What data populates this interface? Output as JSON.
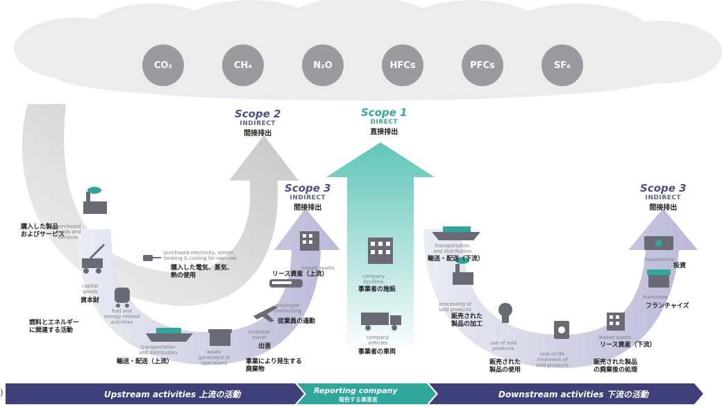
{
  "gases": [
    "CO₂",
    "CH₄",
    "N₂O",
    "HFCs",
    "PFCs",
    "SF₆"
  ],
  "scope2": {
    "title": "Scope 2",
    "sub": "INDIRECT",
    "jp": "間接排出"
  },
  "scope1": {
    "title": "Scope 1",
    "sub": "DIRECT",
    "jp": "直接排出"
  },
  "scope3_up": {
    "title": "Scope 3",
    "sub": "INDIRECT",
    "jp": "間接排出"
  },
  "scope3_down": {
    "title": "Scope 3",
    "sub": "INDIRECT",
    "jp": "間接排出"
  },
  "upstream": {
    "purchased_goods": {
      "jp": "購入した製品\nおよびサービス",
      "en": "purchased\ngoods and\nservices"
    },
    "capital_goods": {
      "en": "capital\ngoods",
      "jp": "資本財"
    },
    "fuel_energy": {
      "en": "fuel and\nenergy related\nactivities",
      "jp": "燃料とエネルギー\nに関連する活動"
    },
    "transport": {
      "en": "transportation\nand distribution",
      "jp": "輸送・配送（上流）"
    },
    "waste": {
      "en": "waste\ngenerated in\noperations",
      "jp": "事業により発生する\n廃棄物"
    },
    "business_travel": {
      "en": "business\ntravel",
      "jp": "出張"
    },
    "commuting": {
      "en": "employee\ncommuting",
      "jp": "従業員の通勤"
    },
    "leased_assets": {
      "en": "leased assets",
      "jp": "リース資産（上流）"
    },
    "purchased_electricity": {
      "en": "purchased electricity, steam,\nheating & cooling for own use",
      "jp": "購入した電気、蒸気、\n熱の使用"
    }
  },
  "reporting": {
    "facilities": {
      "en": "company\nfacilities",
      "jp": "事業者の施設"
    },
    "vehicles": {
      "en": "company\nvehicles",
      "jp": "事業者の車両"
    }
  },
  "downstream": {
    "transport": {
      "en": "transportation\nand distribution",
      "jp": "輸送・配送（下流）"
    },
    "processing": {
      "en": "processing of\nsold products",
      "jp": "販売された\n製品の加工"
    },
    "use": {
      "en": "use of sold\nproducts",
      "jp": "販売された\n製品の使用"
    },
    "end_of_life": {
      "en": "end-of-life\ntreatment of\nsold products",
      "jp": "販売された製品\nの廃棄後の処理"
    },
    "leased_assets": {
      "en": "leased assets",
      "jp": "リース資産（下流）"
    },
    "franchises": {
      "en": "franchises",
      "jp": "フランチャイズ"
    },
    "investments": {
      "en": "investments",
      "jp": "投資"
    }
  },
  "bar": {
    "upstream": "Upstream activities 上流の活動",
    "reporting": "Reporting company",
    "reporting_jp": "報告する事業者",
    "downstream": "Downstream activities 下流の活動"
  },
  "corner_mark": ")",
  "colors": {
    "gas": "#9a9aa0",
    "scope": "#4b4f86",
    "teal": "#2fa89b",
    "bar": "#3f3f7a",
    "arrow_purple": "#c6c6e0",
    "arrow_gray": "#d6d6d6"
  }
}
